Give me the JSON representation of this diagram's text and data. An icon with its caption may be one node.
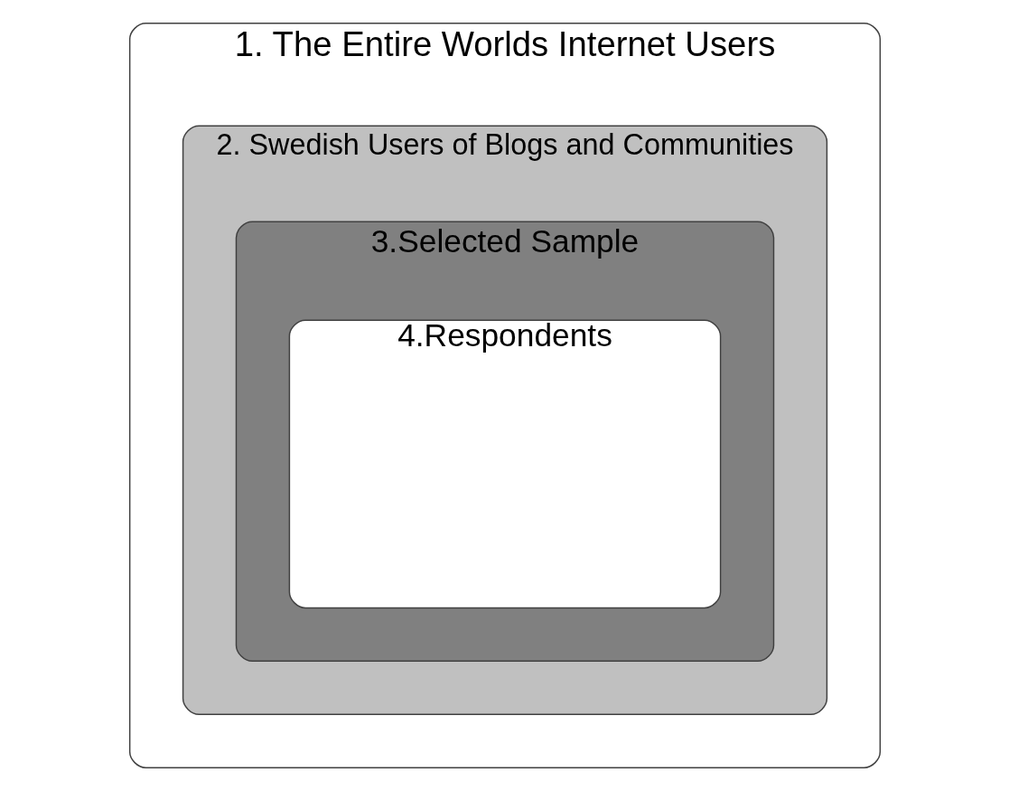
{
  "diagram": {
    "nodes": [
      {
        "text": [
          "1. The Entire Worlds Internet Users"
        ]
      },
      {
        "text": [
          "2. Swedish Users of Blogs and Communities"
        ],
        "in": 0
      },
      {
        "text": [
          "3.Selected Sample"
        ],
        "in": 1
      },
      {
        "text": [
          "4.Respondents"
        ],
        "in": 2
      }
    ]
  }
}
